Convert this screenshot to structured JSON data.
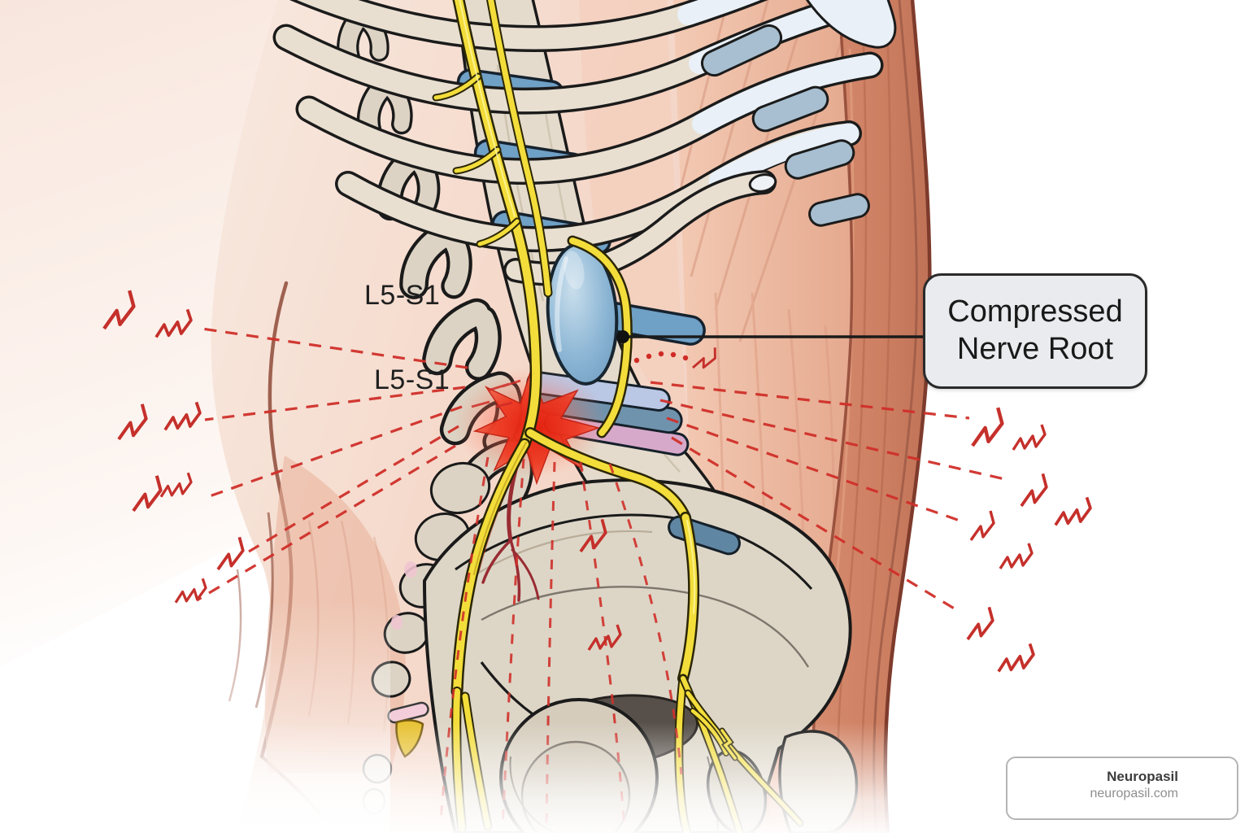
{
  "figure": {
    "subject": "Posterolateral view of the lumbar spine, sacrum, pelvis and sciatic nerve showing a compressed nerve root at the L5-S1 disc level with radiating pain indicators",
    "labels": {
      "upper_level": "L5-S1",
      "lower_level": "L5-S1"
    },
    "callout": {
      "line1": "Compressed",
      "line2": "Nerve Root"
    },
    "watermark": {
      "brand": "Neuropasil",
      "url": "neuropasil.com"
    },
    "palette": {
      "bone": "#e2d9ca",
      "bone_outline": "#1a1a1a",
      "disc_blue": "#6fa0c6",
      "bulge_blue": "#8fb8d6",
      "cartilage_blue": "#e9f0f7",
      "nerve_yellow": "#f3dd3b",
      "inflamed_red": "#e93522",
      "pain_red": "#d0302a",
      "artery_red": "#992c33",
      "muscle": "#d08266",
      "skin": "#f6e3d8",
      "skin_outline": "#8e4a38",
      "callout_bg": "#e9ebee",
      "callout_border": "#2a2a2a",
      "watermark_border": "#b5b5b5",
      "watermark_brand_color": "#3c3c3c",
      "watermark_url_color": "#8f8f8f"
    }
  }
}
